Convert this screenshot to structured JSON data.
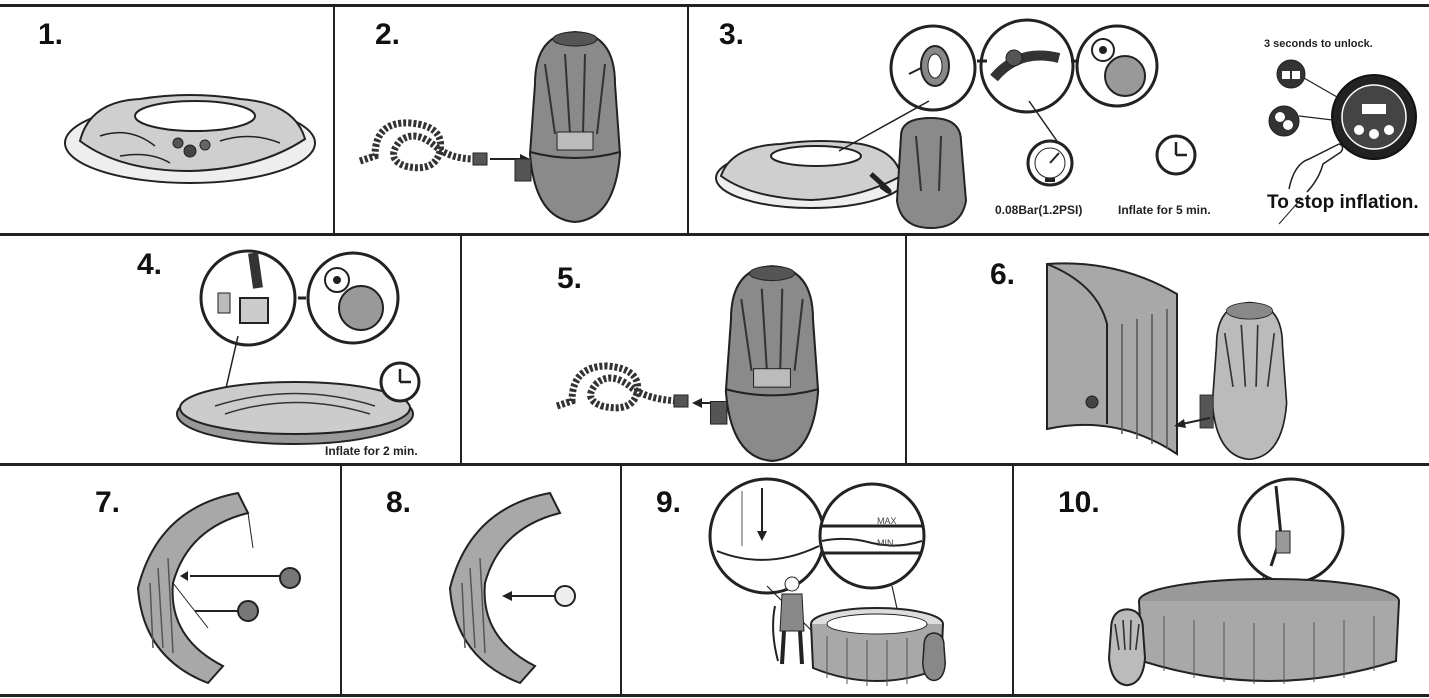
{
  "steps": [
    {
      "number": "1."
    },
    {
      "number": "2."
    },
    {
      "number": "3.",
      "pressure": "0.08Bar(1.2PSI)",
      "inflate_time": "Inflate for 5 min.",
      "unlock_note": "3 seconds to unlock.",
      "stop_label": "To stop inflation."
    },
    {
      "number": "4.",
      "inflate_time": "Inflate for 2 min."
    },
    {
      "number": "5."
    },
    {
      "number": "6."
    },
    {
      "number": "7."
    },
    {
      "number": "8."
    },
    {
      "number": "9.",
      "max_label": "MAX",
      "min_label": "MIN"
    },
    {
      "number": "10."
    }
  ],
  "colors": {
    "ink": "#222222",
    "pump_fill": "#8a8a8a",
    "tub_fill": "#a8a8a8",
    "light_fill": "#d8d8d8"
  }
}
